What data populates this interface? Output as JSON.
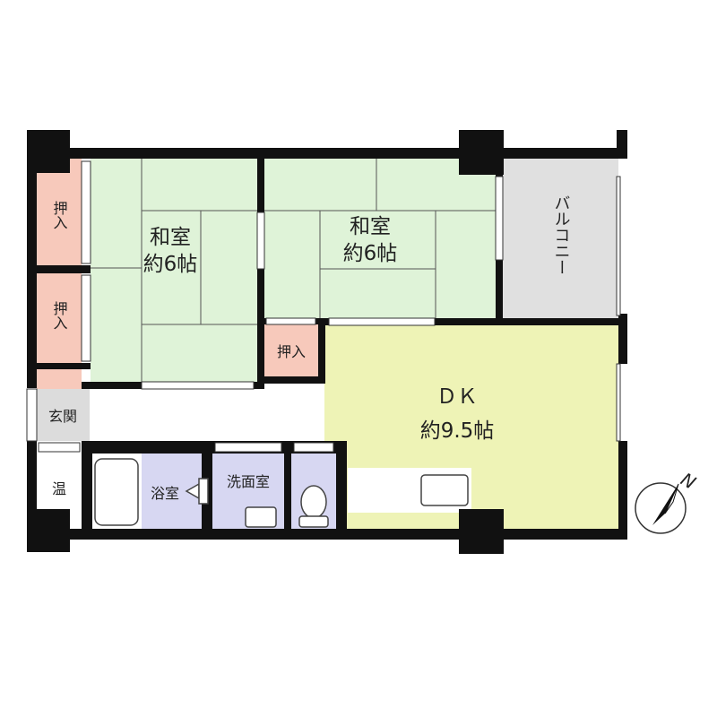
{
  "rooms": {
    "washitsu_west": {
      "name": "和室",
      "size": "約6帖"
    },
    "washitsu_east": {
      "name": "和室",
      "size": "約6帖"
    },
    "dk": {
      "name": "ＤＫ",
      "size": "約9.5帖"
    },
    "balcony": {
      "name": "バルコニー"
    },
    "oshiire_1": {
      "name": "押入"
    },
    "oshiire_2": {
      "name": "押入"
    },
    "oshiire_3": {
      "name": "押入"
    },
    "genkan": {
      "name": "玄関"
    },
    "onsui": {
      "name": "温"
    },
    "yokushitsu": {
      "name": "浴室"
    },
    "senmenshitsu": {
      "name": "洗面室"
    }
  },
  "compass": {
    "label": "N"
  },
  "colors": {
    "tatami": "#dff3d8",
    "dk": "#eef3b6",
    "oshiire": "#f7c9bb",
    "balcony": "#e0e0e0",
    "genkan": "#dcdcdc",
    "wet_area": "#d7d7f2",
    "wall": "#111111"
  }
}
